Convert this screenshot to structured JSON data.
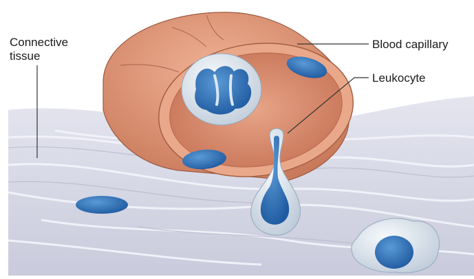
{
  "labels": {
    "connective_tissue_line1": "Connective",
    "connective_tissue_line2": "tissue",
    "blood_capillary": "Blood capillary",
    "leukocyte": "Leukocyte"
  },
  "colors": {
    "background": "#ffffff",
    "tissue": "#d9dbe8",
    "tissue_fiber": "#f3f4fa",
    "capillary_wall": "#e7a184",
    "capillary_inner": "#d98a6c",
    "capillary_lumen": "#c9775a",
    "nucleus": "#2f6fb8",
    "cell_body": "#e7eef5",
    "leader_line": "#333333"
  }
}
